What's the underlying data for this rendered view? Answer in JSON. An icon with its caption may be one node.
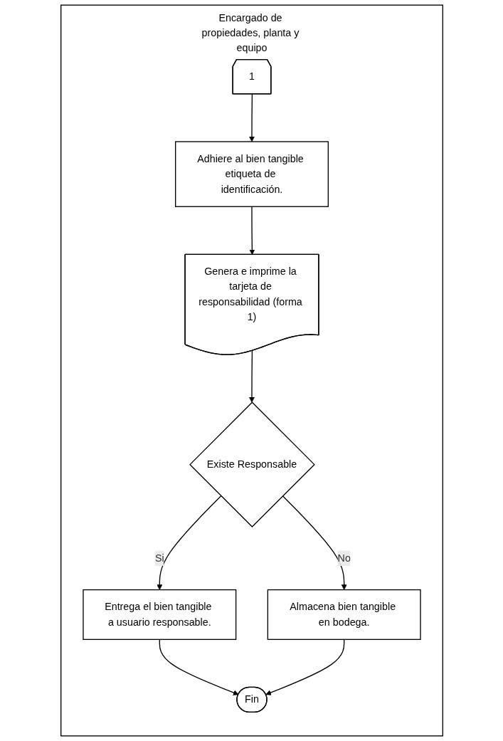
{
  "diagram": {
    "nodes": [
      {
        "text": [
          "Encargado de propiedades, planta y equipo"
        ]
      },
      {
        "text": [
          "1"
        ],
        "in": 0
      },
      {
        "text": [
          "Adhiere al bien tangible etiqueta de identificación."
        ],
        "in": 0
      },
      {
        "text": [
          "Genera e imprime la tarjeta de responsabilidad (forma 1)"
        ],
        "in": 0
      },
      {
        "text": [
          "Existe Responsable"
        ],
        "in": 0
      },
      {
        "text": [
          "Entrega el bien tangible a usuario responsable."
        ],
        "in": 0
      },
      {
        "text": [
          "Almacena bien tangible en bodega."
        ],
        "in": 0
      },
      {
        "text": [
          "Fin"
        ],
        "in": 0
      }
    ],
    "edges": [
      {
        "from": 1,
        "to": 2,
        "arrow": "to"
      },
      {
        "from": 2,
        "to": 3,
        "arrow": "to"
      },
      {
        "from": 3,
        "to": 4,
        "arrow": "to"
      },
      {
        "from": 4,
        "to": 5,
        "label": "Si",
        "arrow": "to"
      },
      {
        "from": 4,
        "to": 6,
        "label": "No",
        "arrow": "to"
      },
      {
        "from": 5,
        "to": 7,
        "arrow": "to"
      },
      {
        "from": 6,
        "to": 7,
        "arrow": "to"
      }
    ]
  }
}
